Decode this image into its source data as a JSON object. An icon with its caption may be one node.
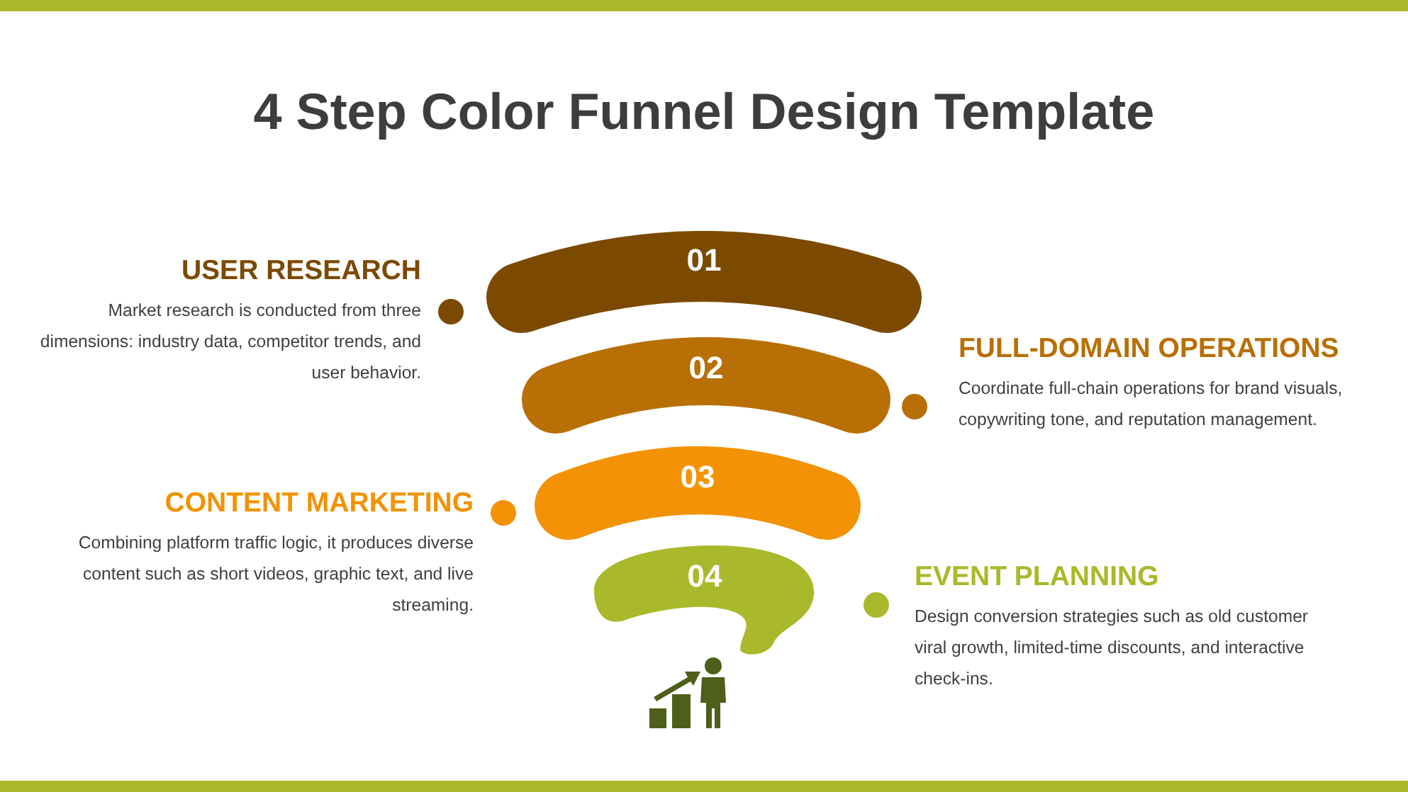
{
  "diagram": {
    "title": "4 Step Color Funnel Design Template",
    "nodes": [
      {
        "text": [
          "01"
        ],
        "beside": [
          "USER RESEARCH",
          "Market research is conducted from three dimensions: industry data, competitor trends, and user behavior."
        ]
      },
      {
        "text": [
          "02"
        ],
        "beside": [
          "FULL-DOMAIN OPERATIONS",
          "Coordinate full-chain operations for brand visuals, copywriting tone, and reputation management."
        ]
      },
      {
        "text": [
          "03"
        ],
        "beside": [
          "CONTENT MARKETING",
          "Combining platform traffic logic, it produces diverse content such as short videos, graphic text, and live streaming."
        ]
      },
      {
        "text": [
          "04"
        ],
        "beside": [
          "EVENT PLANNING",
          "Design conversion strategies such as old customer viral growth, limited-time discounts, and interactive check-ins."
        ]
      }
    ],
    "edges": []
  }
}
